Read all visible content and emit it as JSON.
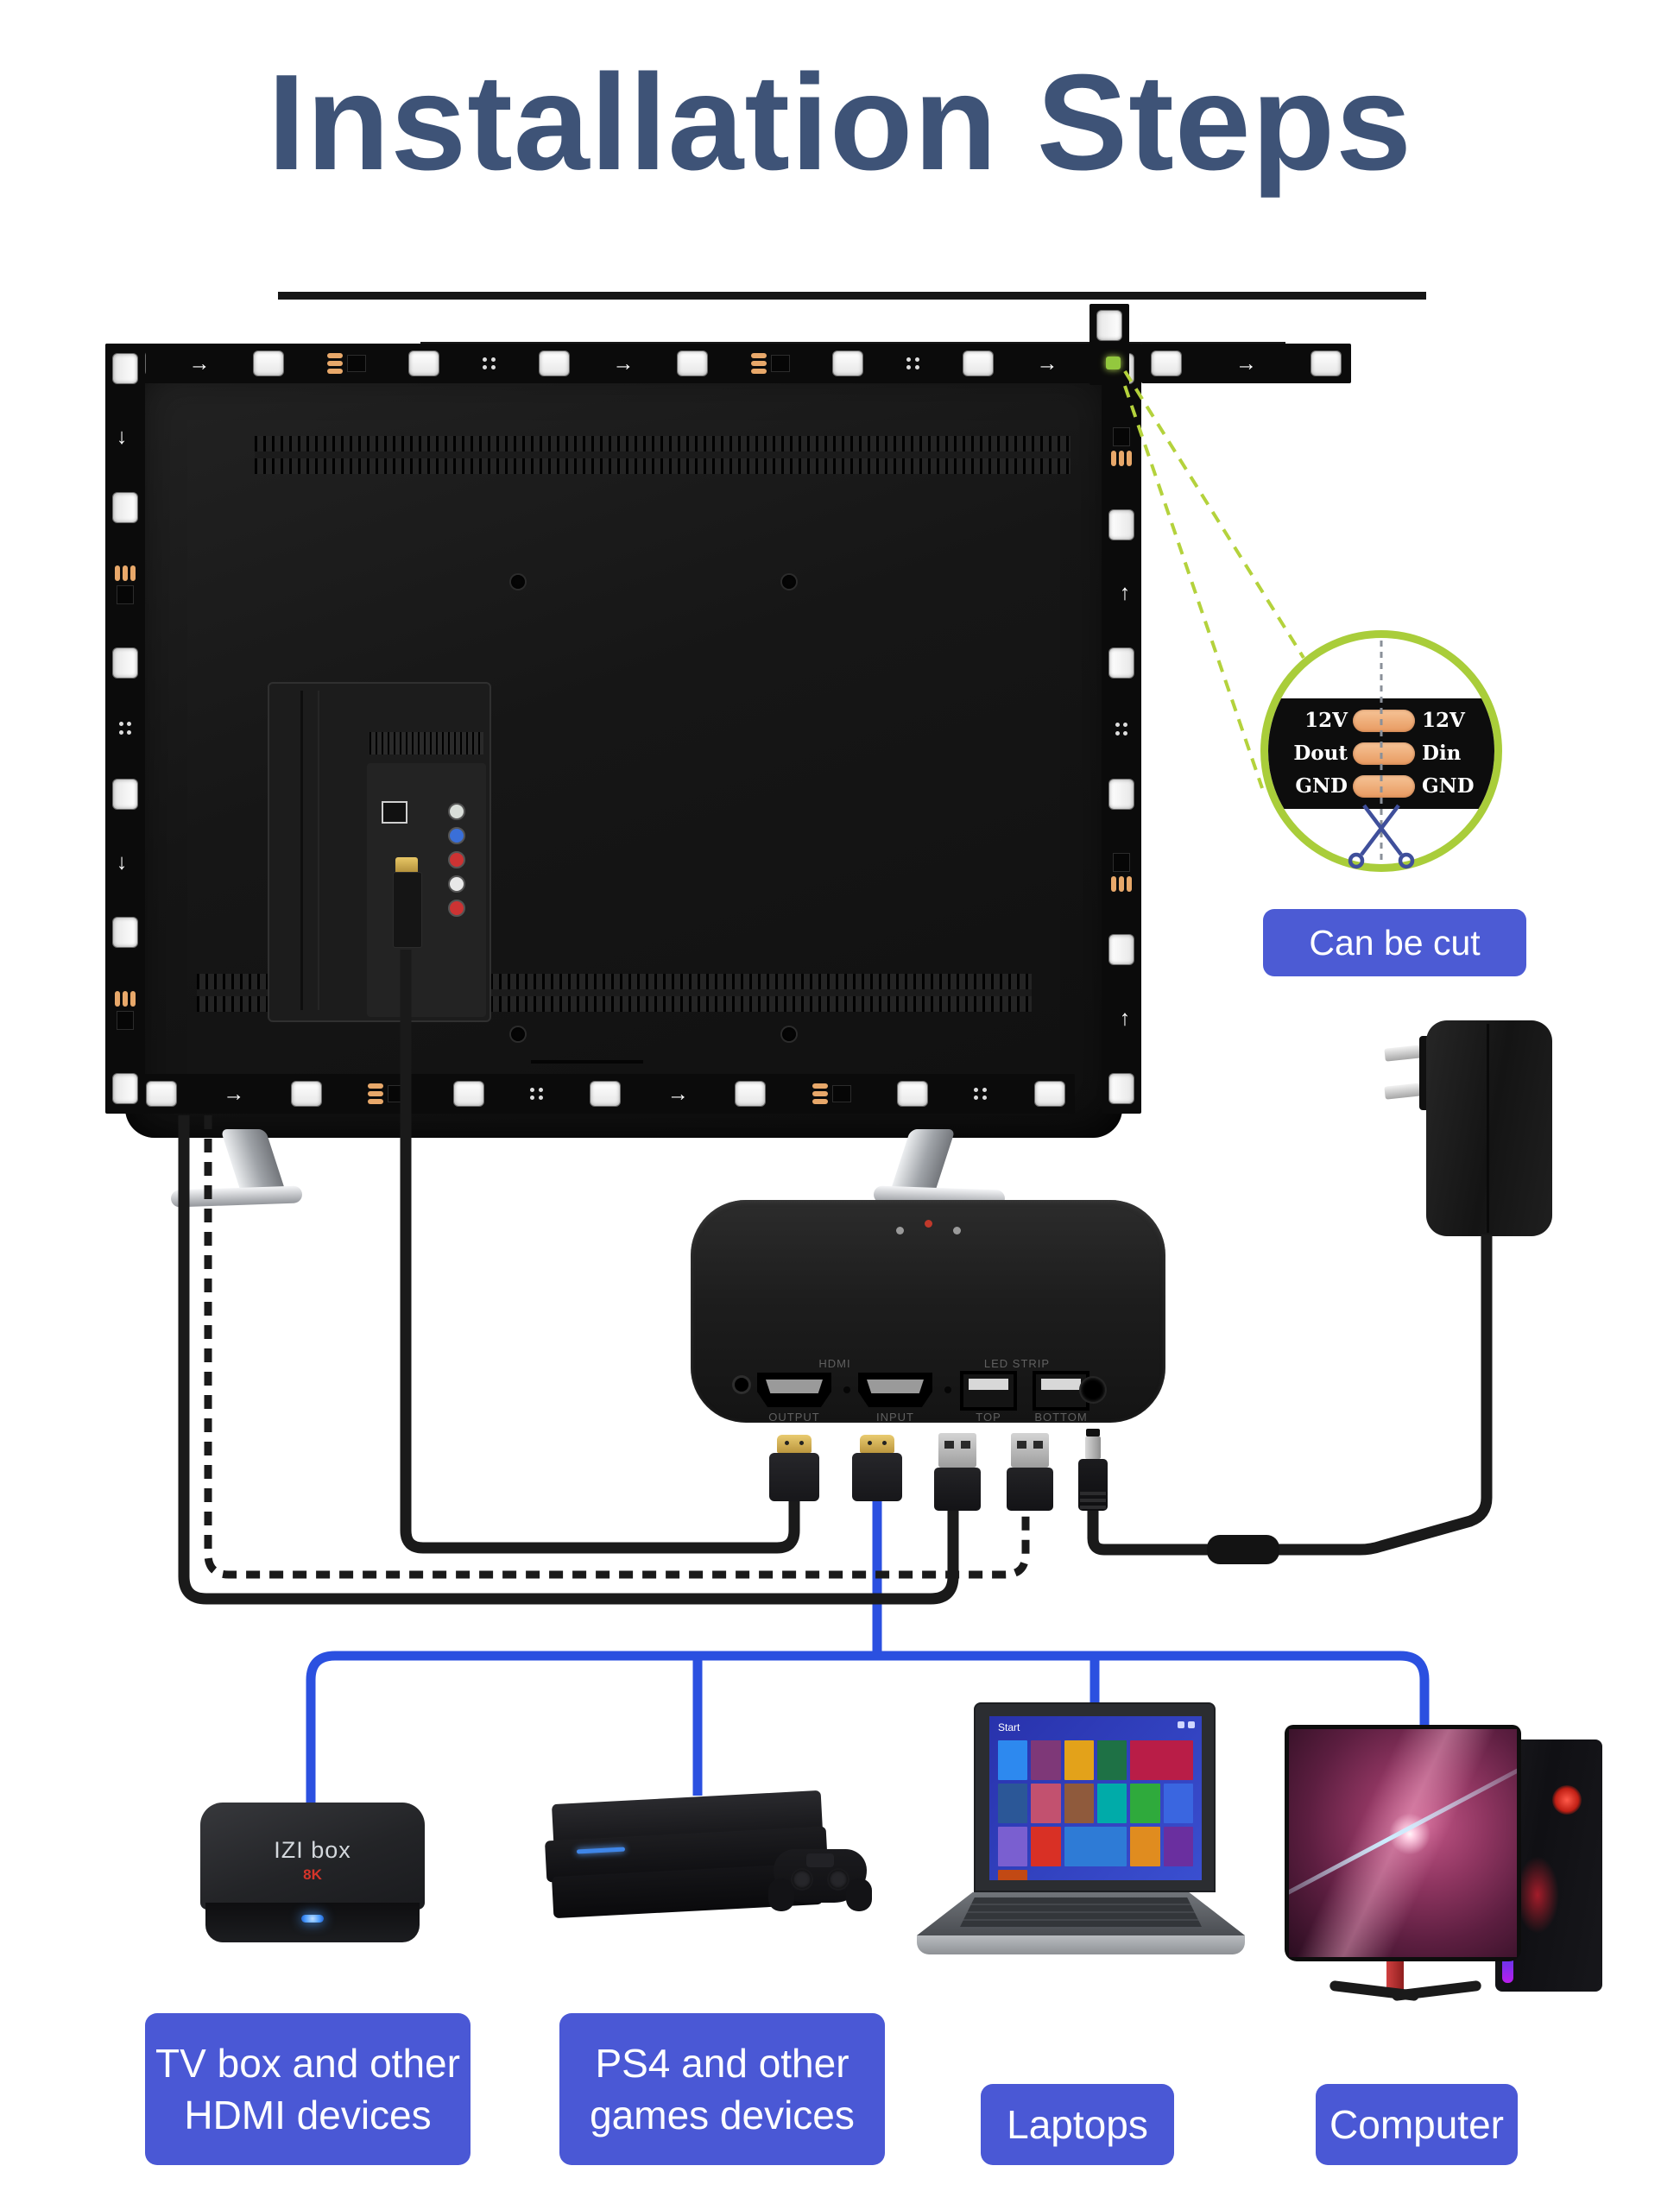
{
  "title": "Installation Steps",
  "colors": {
    "title_blue": "#3e5377",
    "accent_blue": "#2b50e0",
    "label_blue": "#4a58d5",
    "strip_ring_green": "#a9cd3a",
    "pad_orange": "#e89a60"
  },
  "magnifier": {
    "left_labels": [
      "12V",
      "Dout",
      "GND"
    ],
    "right_labels": [
      "12V",
      "Din",
      "GND"
    ],
    "note_button": "Can be cut"
  },
  "control_box": {
    "label_hdmi": "HDMI",
    "label_led_strip": "LED STRIP",
    "port_labels": [
      "OUTPUT",
      "INPUT",
      "TOP",
      "BOTTOM"
    ]
  },
  "tv_box_device": {
    "brand": "IZI box",
    "badge": "8K"
  },
  "laptop": {
    "start_label": "Start"
  },
  "device_labels": [
    {
      "line1": "TV box and other",
      "line2": "HDMI devices"
    },
    {
      "line1": "PS4 and other",
      "line2": "games devices"
    },
    {
      "line1": "Laptops",
      "line2": ""
    },
    {
      "line1": "Computer",
      "line2": ""
    }
  ]
}
